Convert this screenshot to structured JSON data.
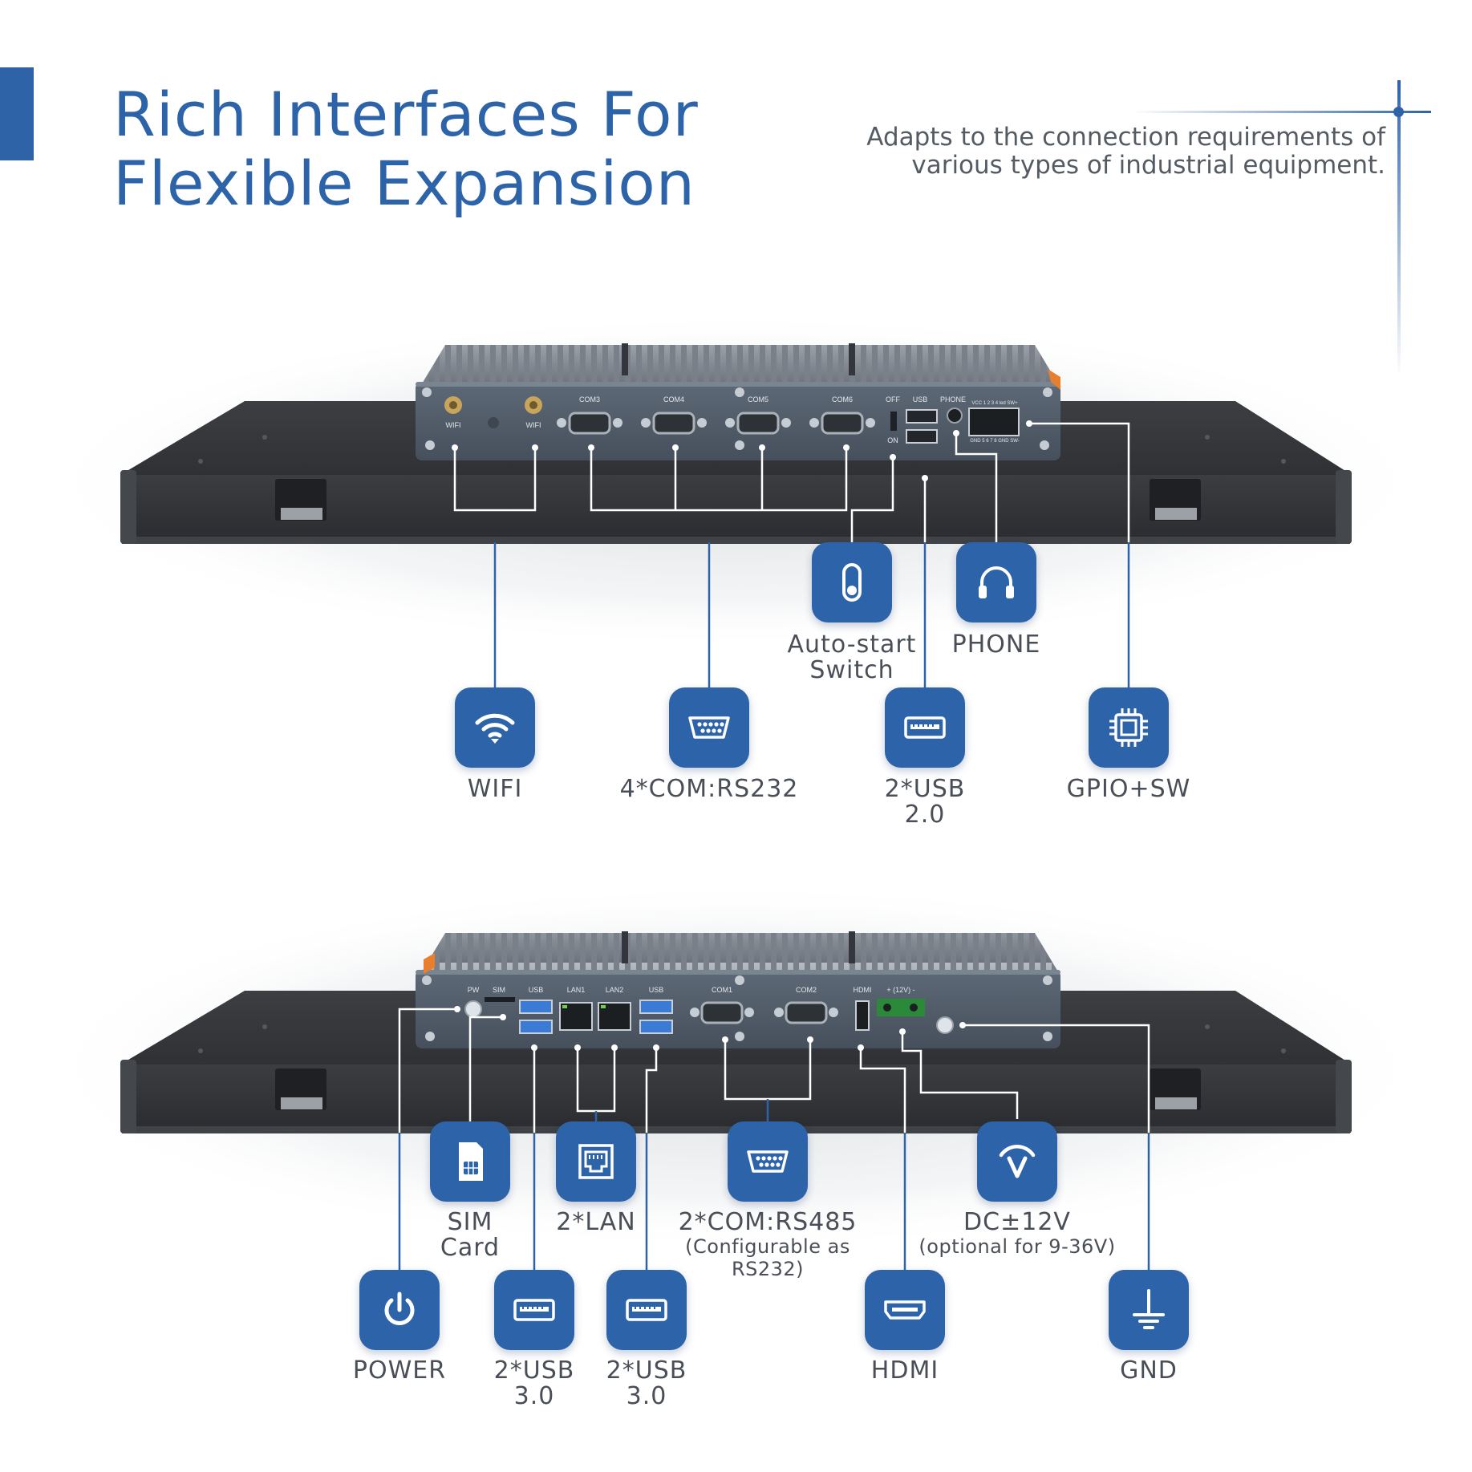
{
  "header": {
    "title_line1": "Rich Interfaces For",
    "title_line2": "Flexible Expansion",
    "subtitle_line1": "Adapts to the connection requirements of",
    "subtitle_line2": "various types of industrial equipment."
  },
  "colors": {
    "brand_blue": "#2d63a8",
    "label_gray": "#4a4f57",
    "panel_dark": "#2c2e31",
    "chassis_gray": "#505b68"
  },
  "top_panel": {
    "port_labels": [
      "WIFI",
      "WIFI",
      "COM3",
      "COM4",
      "COM5",
      "COM6",
      "OFF",
      "ON",
      "USB",
      "PHONE",
      "VCC 1 2 3 4 led SW+",
      "GND 5 6 7 8 GND SW-"
    ],
    "callouts": [
      {
        "icon": "toggle-switch-icon",
        "line1": "Auto-start",
        "line2": "Switch"
      },
      {
        "icon": "headphones-icon",
        "line1": "PHONE"
      },
      {
        "icon": "wifi-icon",
        "line1": "WIFI"
      },
      {
        "icon": "serial-port-icon",
        "line1": "4*COM:RS232"
      },
      {
        "icon": "usb-port-icon",
        "line1": "2*USB",
        "line2": "2.0"
      },
      {
        "icon": "chip-icon",
        "line1": "GPIO+SW"
      }
    ]
  },
  "bottom_panel": {
    "port_labels": [
      "PW",
      "SIM",
      "USB",
      "LAN1",
      "LAN2",
      "USB",
      "COM1",
      "COM2",
      "HDMI",
      "+ (12V) -"
    ],
    "callouts": [
      {
        "icon": "sim-card-icon",
        "line1": "SIM",
        "line2": "Card"
      },
      {
        "icon": "ethernet-icon",
        "line1": "2*LAN"
      },
      {
        "icon": "serial-port-icon",
        "line1": "2*COM:RS485",
        "sub": "(Configurable as RS232)"
      },
      {
        "icon": "dc-power-icon",
        "line1": "DC±12V",
        "sub": "(optional for 9-36V)"
      },
      {
        "icon": "power-icon",
        "line1": "POWER"
      },
      {
        "icon": "usb-port-icon",
        "line1": "2*USB",
        "line2": "3.0"
      },
      {
        "icon": "usb-port-icon",
        "line1": "2*USB",
        "line2": "3.0"
      },
      {
        "icon": "hdmi-icon",
        "line1": "HDMI"
      },
      {
        "icon": "ground-icon",
        "line1": "GND"
      }
    ]
  }
}
